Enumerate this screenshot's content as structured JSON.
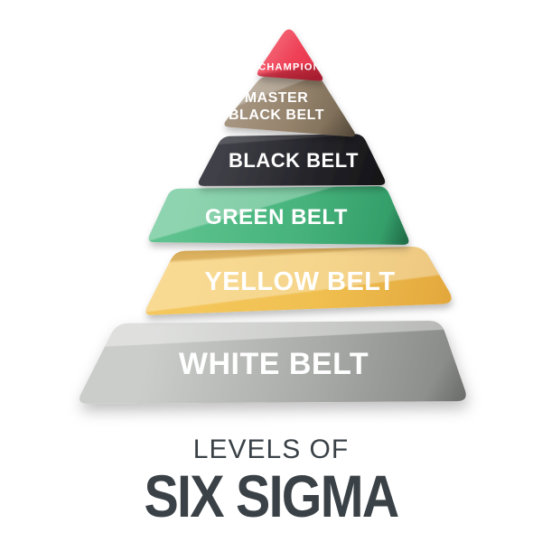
{
  "page": {
    "background_color": "#ffffff"
  },
  "title": {
    "line1": "LEVELS OF",
    "line2": "SIX SIGMA",
    "color": "#3b4247"
  },
  "pyramid": {
    "label_color": "#ffffff",
    "levels": [
      {
        "id": "champion",
        "label": "CHAMPION",
        "color": "#ee4056"
      },
      {
        "id": "master-black-belt",
        "label": "MASTER BLACK BELT",
        "lines": [
          "MASTER",
          "BLACK BELT"
        ],
        "color": "#95836c"
      },
      {
        "id": "black-belt",
        "label": "BLACK BELT",
        "color": "#27272c"
      },
      {
        "id": "green-belt",
        "label": "GREEN BELT",
        "color": "#48b47d"
      },
      {
        "id": "yellow-belt",
        "label": "YELLOW BELT",
        "color": "#f0bf50"
      },
      {
        "id": "white-belt",
        "label": "WHITE BELT",
        "color": "#a8aaa7"
      }
    ]
  }
}
